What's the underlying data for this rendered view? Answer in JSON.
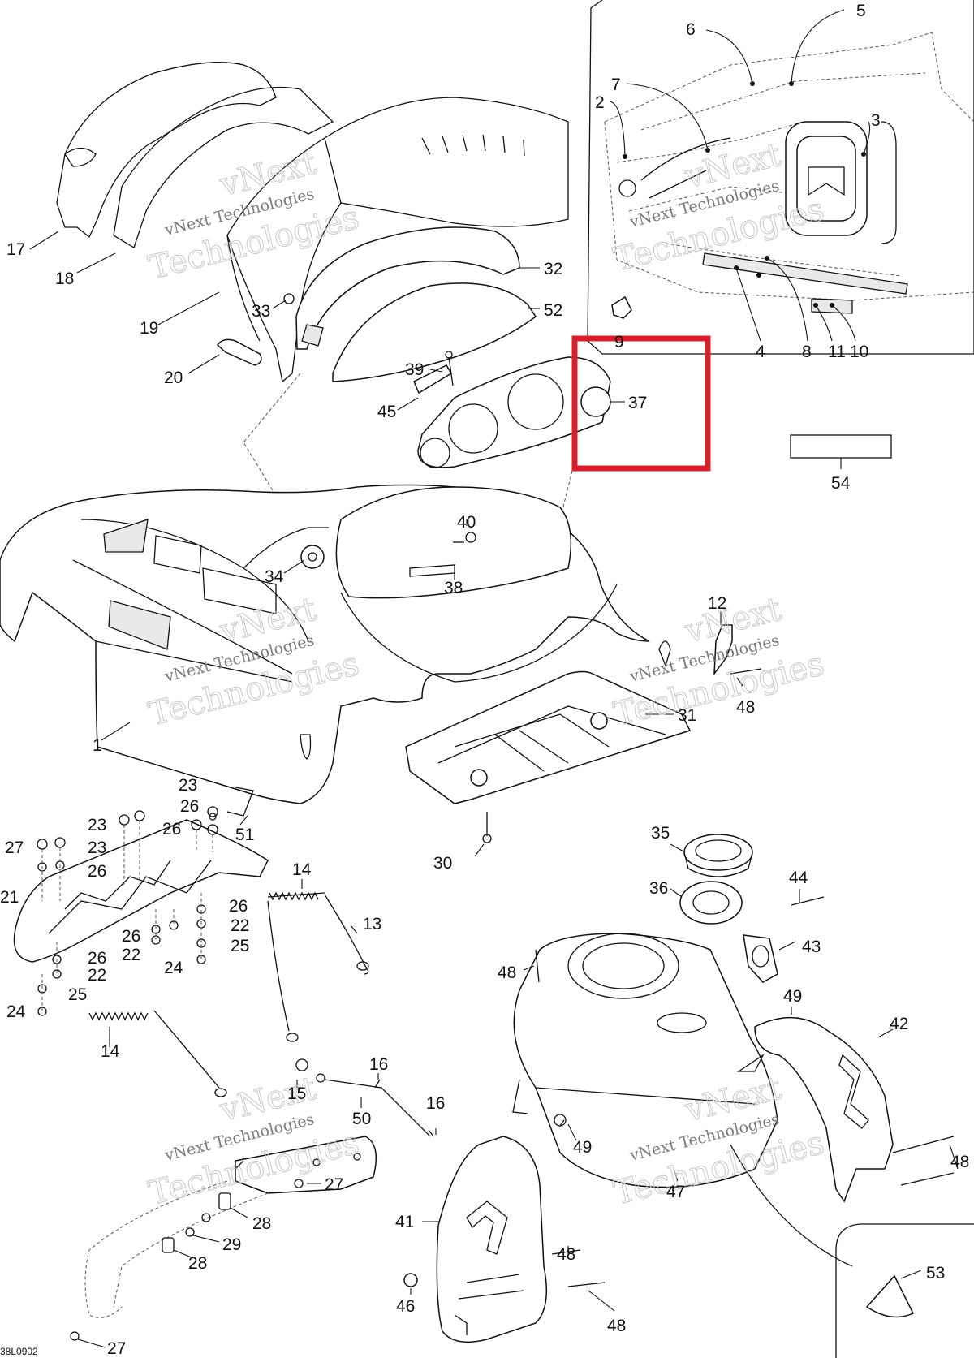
{
  "diagram": {
    "code": "38L0902",
    "watermark": {
      "line1": "vNext",
      "line2": "vNext Technologies",
      "line3": "Technologies"
    },
    "callouts": [
      "1",
      "2",
      "3",
      "4",
      "5",
      "6",
      "7",
      "8",
      "9",
      "10",
      "11",
      "12",
      "13",
      "14",
      "15",
      "16",
      "17",
      "18",
      "19",
      "20",
      "21",
      "22",
      "23",
      "24",
      "25",
      "26",
      "27",
      "28",
      "29",
      "30",
      "31",
      "32",
      "33",
      "34",
      "35",
      "36",
      "37",
      "38",
      "39",
      "40",
      "41",
      "42",
      "43",
      "44",
      "45",
      "46",
      "47",
      "48",
      "49",
      "50",
      "51",
      "52",
      "53",
      "54"
    ],
    "highlight_color": "#d3202a",
    "highlighted_part": "37"
  }
}
